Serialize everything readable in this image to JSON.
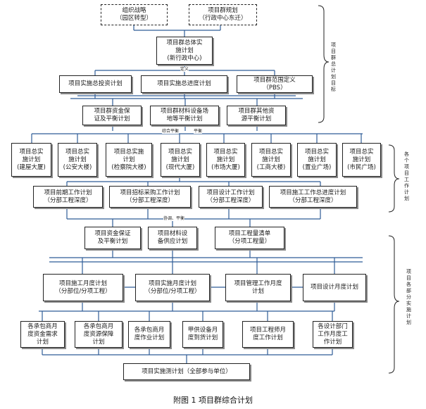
{
  "top": {
    "strategy": "组织战略\n（园区转型）",
    "group_plan": "项目群规划\n（行政中心东迁）",
    "master_plan": "项目群总体实\n施计划\n(新行政中心)",
    "investment": "项目实施总投资计划",
    "schedule": "项目实施总进度计划",
    "scope": "项目群范围定义\n（PBS）",
    "funds_balance": "项目群资金保\n证及平衡计划",
    "materials_balance": "项目群材料设备场\n地等平衡计划",
    "other_balance": "项目群其他资\n源平衡计划"
  },
  "projects": [
    "项目总实\n施计划\n(建屋大厦)",
    "项目总实\n施计划\n(公安大楼)",
    "项目总实施\n计划\n(检察院大楼)",
    "项目总实\n施计划\n(现代大厦)",
    "项目总实\n施计划\n(市场大厦)",
    "项目总实\n施计划\n(工商大楼)",
    "项目总实\n施计划\n(置业广场)",
    "项目总实\n施计划\n(市民广场)"
  ],
  "work_plans": [
    "项目前期工作计划\n（分部工程深度）",
    "项目招标采购工作计划\n（分部工程深度）",
    "项目设计工作计划\n（分部工程深度）",
    "项目施工工作总进度计划\n（分部工程深度）"
  ],
  "resource_plans": [
    "项目资金保证\n及平衡计划",
    "项目材料设\n备供应计划",
    "项目工程量清单\n（分项工程量）"
  ],
  "monthly_plans": [
    "项目施工月度计划\n（分部位/分项工程）",
    "项目实施月度计划\n（分部位/分项工程）",
    "项目管理工作月度\n计划",
    "项目设计月度计划"
  ],
  "detail_plans": [
    "各承包商月\n度资金需求\n计划",
    "各承包商月\n度资源保障\n计划",
    "各承包商月\n度作业计划",
    "甲供设备月\n度到货计划",
    "项目工程师月\n度工作计划",
    "各设计部门\n工作月度工\n作计划"
  ],
  "bottom": "项目实施测计划（全部参与单位）",
  "labels": {
    "define": "定义",
    "comprehensive_balance": "综合平衡",
    "coordinate_balance": "协调、平衡"
  },
  "side_labels": {
    "group_goal": "项目群总计划目标",
    "single_plan": "各个项目工作计划",
    "sub_plan": "项目各部分实施计划"
  },
  "caption": "附图 1 项目群综合计划"
}
